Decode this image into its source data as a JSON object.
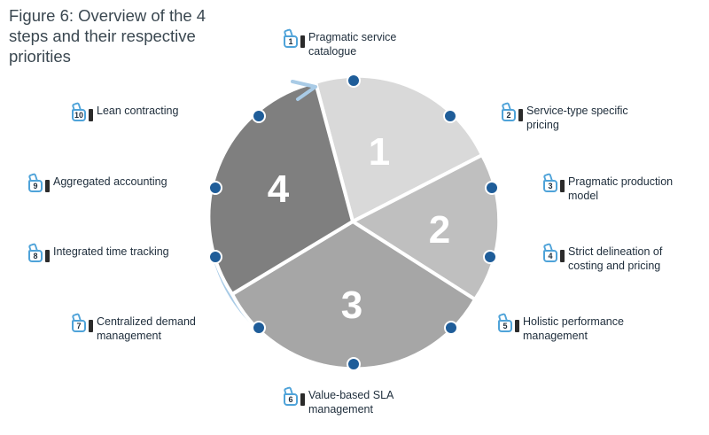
{
  "title": "Figure 6: Overview of the 4 steps and their respective priorities",
  "steps": [
    {
      "number": "1",
      "fill": "#d9d9d9"
    },
    {
      "number": "2",
      "fill": "#bfbfbf"
    },
    {
      "number": "3",
      "fill": "#a6a6a6"
    },
    {
      "number": "4",
      "fill": "#7f7f7f"
    }
  ],
  "colors": {
    "ring": "#a9cbe6",
    "dot": "#1f5d99",
    "thumb_outline": "#4fa3d9",
    "thumb_cuff": "#2b2b2b"
  },
  "priorities": [
    {
      "num": "1",
      "label": "Pragmatic service catalogue"
    },
    {
      "num": "2",
      "label": "Service-type specific pricing"
    },
    {
      "num": "3",
      "label": "Pragmatic production model"
    },
    {
      "num": "4",
      "label": "Strict delineation of costing and pricing"
    },
    {
      "num": "5",
      "label": "Holistic performance management"
    },
    {
      "num": "6",
      "label": "Value-based SLA management"
    },
    {
      "num": "7",
      "label": "Centralized demand management"
    },
    {
      "num": "8",
      "label": "Integrated time tracking"
    },
    {
      "num": "9",
      "label": "Aggregated accounting"
    },
    {
      "num": "10",
      "label": "Lean contracting"
    }
  ]
}
